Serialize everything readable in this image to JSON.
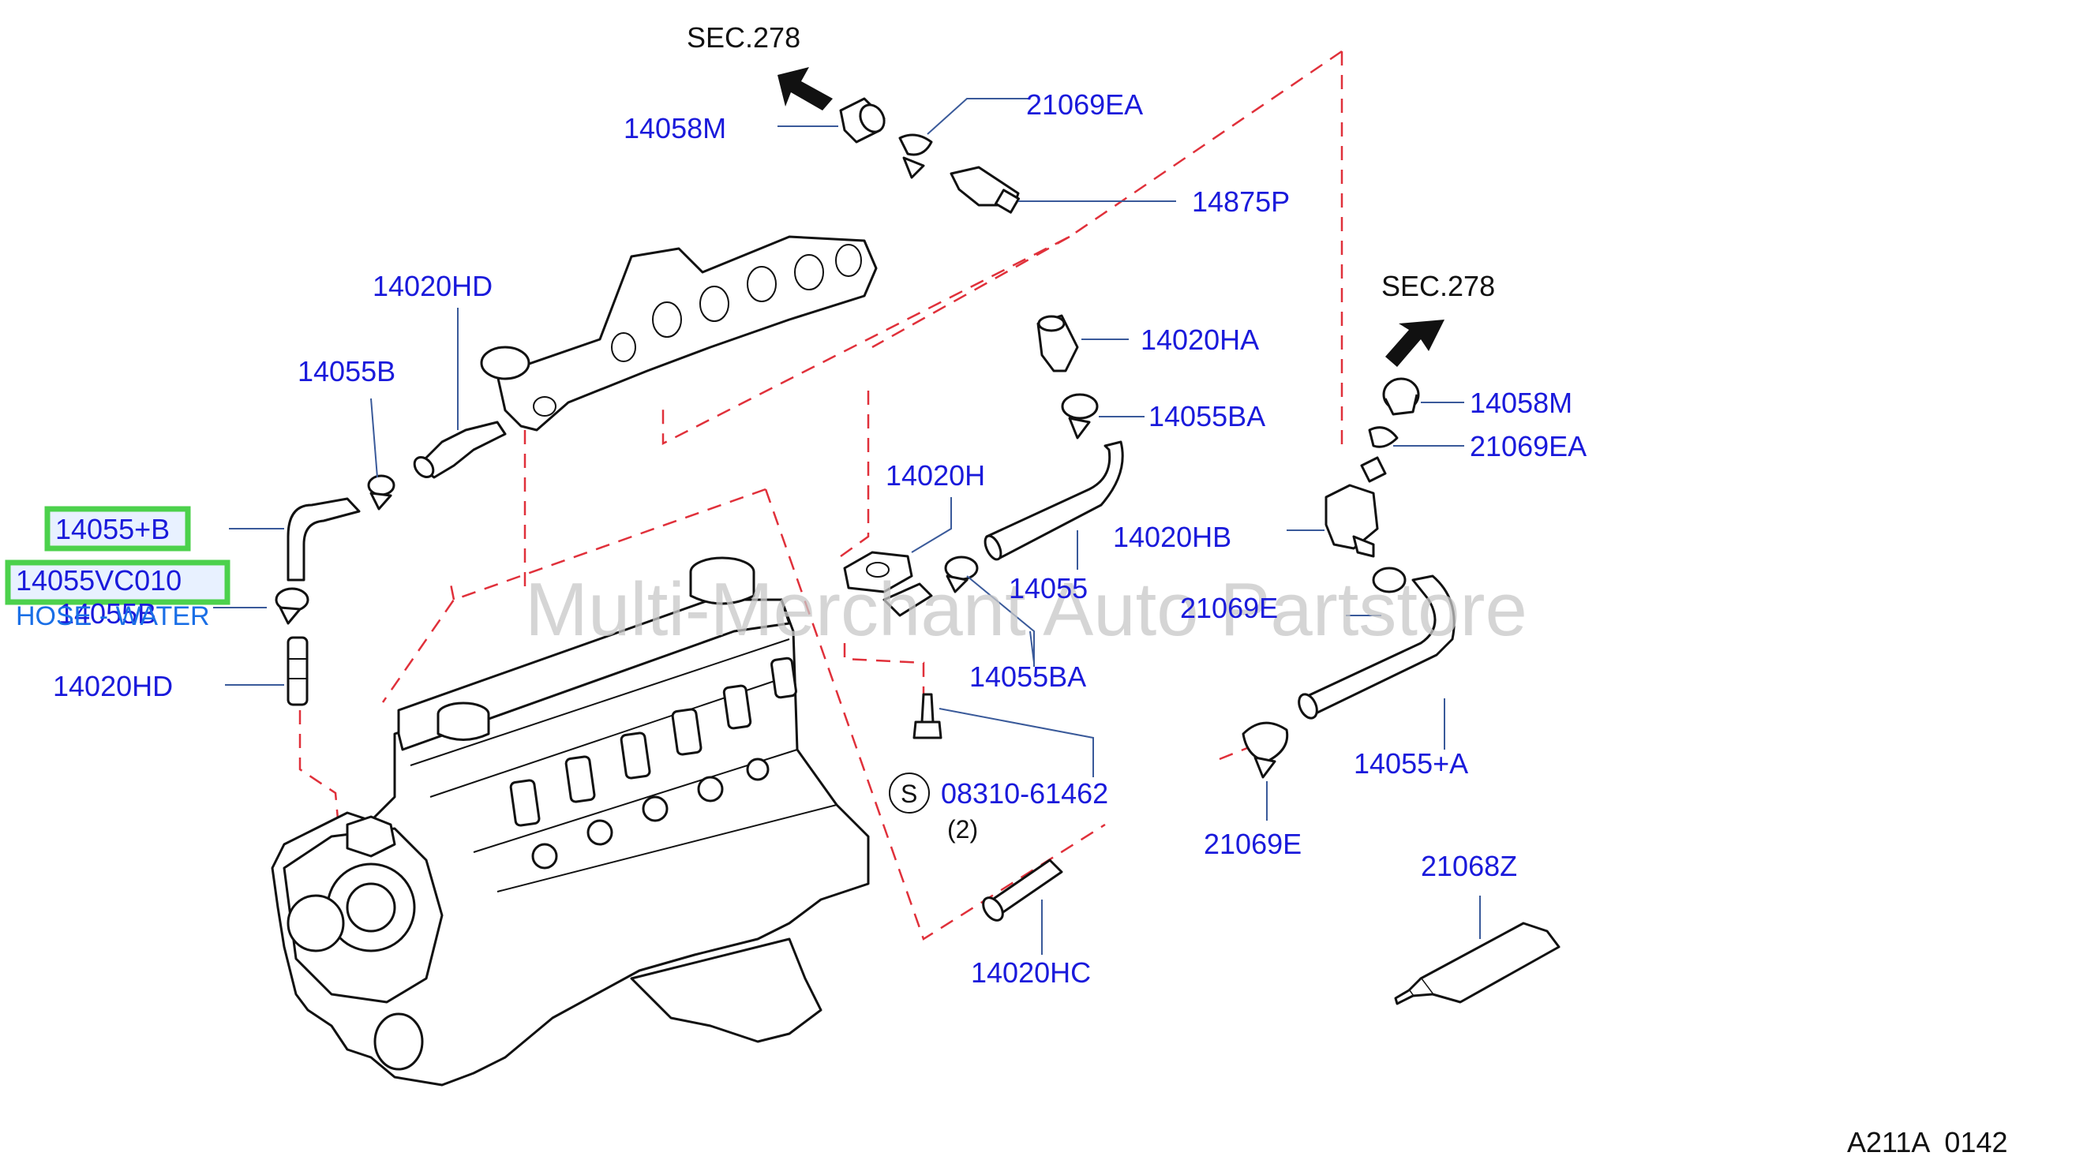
{
  "watermark": "Multi-Merchant Auto Partstore",
  "footer_code": "A211A  0142",
  "sections": [
    "SEC.278",
    "SEC.278"
  ],
  "labels": {
    "p14058M_top": "14058M",
    "p21069EA_top": "21069EA",
    "p14875P": "14875P",
    "p14020HD_top": "14020HD",
    "p14055B_top": "14055B",
    "p14055pB": "14055+B",
    "p14055VC010": "14055VC010",
    "hose_name": "HOSE - WATER",
    "p14055B_mid": "14055B",
    "p14020HD_bot": "14020HD",
    "p14020HA": "14020HA",
    "p14055BA_top": "14055BA",
    "p14020H": "14020H",
    "p14020HB": "14020HB",
    "p14055": "14055",
    "p14055BA_bot": "14055BA",
    "p08310": "08310-61462",
    "qty": "(2)",
    "s_mark": "S",
    "p14020HC": "14020HC",
    "p14058M_right": "14058M",
    "p21069EA_right": "21069EA",
    "p21069E_mid": "21069E",
    "p14055pA": "14055+A",
    "p21069E_bot": "21069E",
    "p21068Z": "21068Z"
  }
}
